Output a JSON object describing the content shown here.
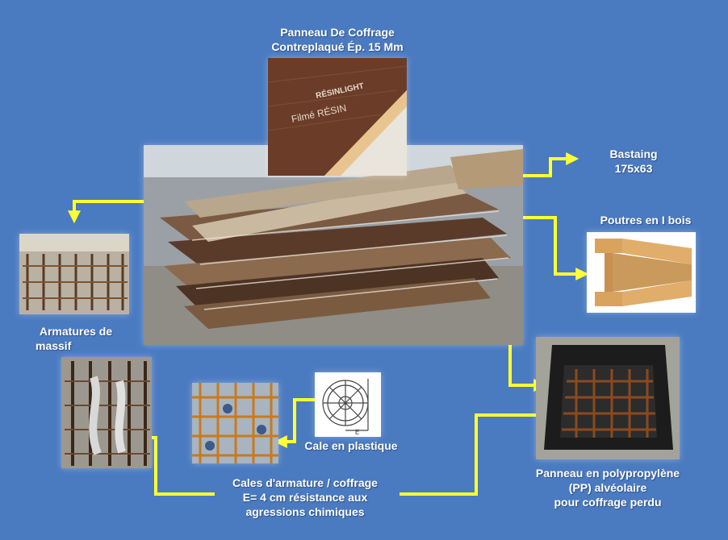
{
  "colors": {
    "background": "#4a7ac0",
    "arrow": "#ffff33",
    "label_text": "#ffffff",
    "rebar": "#8a4a20",
    "plywood_face": "#6b3d28",
    "timber": "#d9a35e"
  },
  "labels": {
    "plywood_panel": [
      "Panneau De Coffrage",
      "Contreplaqué Ép. 15 Mm"
    ],
    "bastaing": [
      "Bastaing",
      "175x63"
    ],
    "i_beams": [
      "Poutres en I bois"
    ],
    "massive_rebar": [
      "Armatures de",
      "massif"
    ],
    "plastic_spacer": [
      "Cale en plastique"
    ],
    "spacers": [
      "Cales d'armature / coffrage",
      "E= 4 cm résistance aux",
      "agressions chimiques"
    ],
    "pp_panel": [
      "Panneau en polypropylène",
      "(PP) alvéolaire",
      "pour coffrage perdu"
    ]
  },
  "photo_text": {
    "plywood_print_1": "Filmé RÉSIN",
    "plywood_print_2": "RÉSINLIGHT",
    "spacer_dimension": "E"
  }
}
